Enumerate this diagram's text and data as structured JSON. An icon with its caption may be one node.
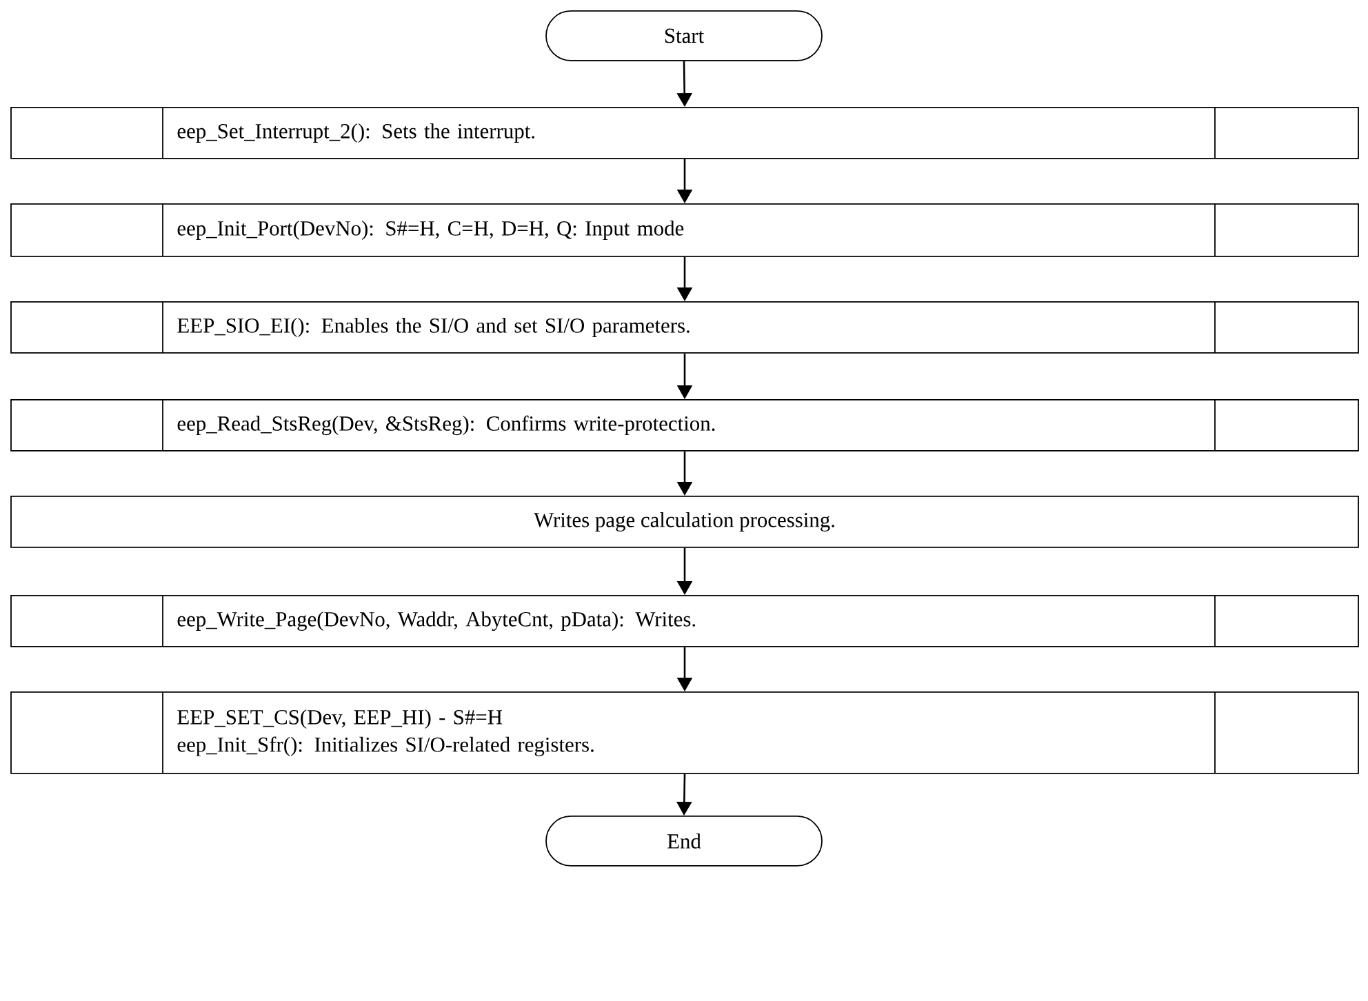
{
  "diagram": {
    "nodes": [
      {
        "text": [
          "Start"
        ]
      },
      {
        "text": [
          "eep_Set_Interrupt_2(): Sets the interrupt."
        ]
      },
      {
        "text": [
          "eep_Init_Port(DevNo): S#=H, C=H, D=H, Q: Input mode"
        ]
      },
      {
        "text": [
          "EEP_SIO_EI(): Enables the SI/O and set SI/O parameters."
        ]
      },
      {
        "text": [
          "eep_Read_StsReg(Dev, &StsReg): Confirms write-protection."
        ]
      },
      {
        "text": [
          "Writes page calculation processing."
        ]
      },
      {
        "text": [
          "eep_Write_Page(DevNo, Waddr, AbyteCnt, pData): Writes."
        ]
      },
      {
        "text": [
          "EEP_SET_CS(Dev, EEP_HI) - S#=H",
          "eep_Init_Sfr(): Initializes SI/O-related registers."
        ]
      },
      {
        "text": [
          "End"
        ]
      }
    ],
    "edges": [
      {
        "from": 0,
        "to": 1,
        "arrow": "to"
      },
      {
        "from": 1,
        "to": 2,
        "arrow": "to"
      },
      {
        "from": 2,
        "to": 3,
        "arrow": "to"
      },
      {
        "from": 3,
        "to": 4,
        "arrow": "to"
      },
      {
        "from": 4,
        "to": 5,
        "arrow": "to"
      },
      {
        "from": 5,
        "to": 6,
        "arrow": "to"
      },
      {
        "from": 6,
        "to": 7,
        "arrow": "to"
      },
      {
        "from": 7,
        "to": 8,
        "arrow": "to"
      }
    ]
  }
}
